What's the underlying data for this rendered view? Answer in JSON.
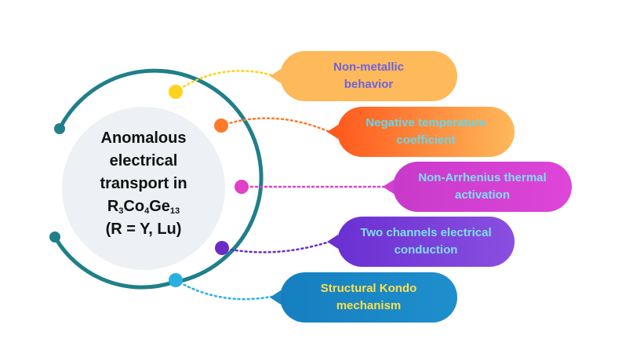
{
  "center": {
    "line1": "Anomalous",
    "line2": "electrical",
    "line3": "transport in",
    "formula": {
      "r": "R",
      "s1": "3",
      "co": "Co",
      "s2": "4",
      "ge": "Ge",
      "s3": "13"
    },
    "line5": "(R = Y, Lu)"
  },
  "items": [
    {
      "label": "Non-metallic behavior",
      "text_color": "#6e63e0",
      "fill": "#fdb95a",
      "dot": "#ffd21f"
    },
    {
      "label": "Negative temperature coefficient",
      "text_color": "#6ad5e6",
      "fill_left": "#ff5a1e",
      "fill_right": "#fdb95a",
      "dot": "#ff7a2a"
    },
    {
      "label": "Non-Arrhenius thermal activation",
      "text_color": "#7be0f0",
      "fill": "#d43fd2",
      "dot": "#e040c8"
    },
    {
      "label": "Two channels electrical conduction",
      "text_color": "#7be0f0",
      "fill": "#7a3bd8",
      "dot": "#6a2cc8"
    },
    {
      "label": "Structural Kondo mechanism",
      "text_color": "#ffe04a",
      "fill": "#1a86c4",
      "dot": "#2ab0e0"
    }
  ],
  "colors": {
    "ring": "#1f7f8a",
    "circle_bg": "#edf0f4"
  }
}
